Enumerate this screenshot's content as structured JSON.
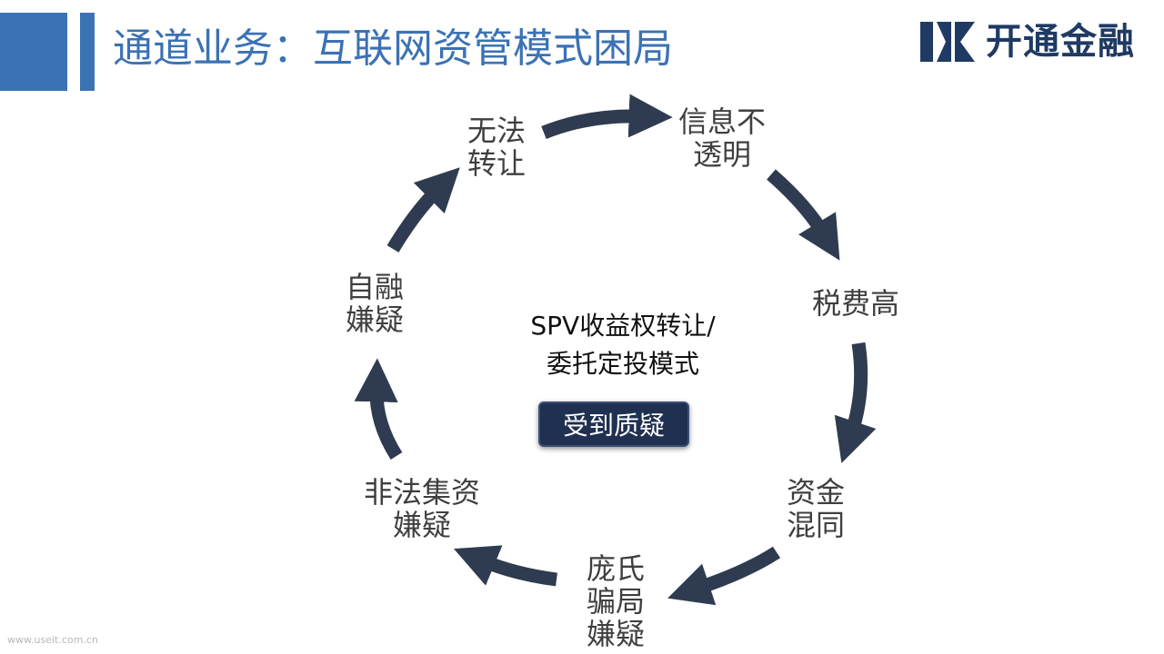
{
  "header": {
    "title": "通道业务：互联网资管模式困局",
    "logo_text": "开通金融",
    "accent_color": "#3b72b4"
  },
  "diagram": {
    "arrow_color": "#2f3b50",
    "nodes": [
      {
        "id": "no-transfer",
        "lines": [
          "无法",
          "转让"
        ]
      },
      {
        "id": "info-opacity",
        "lines": [
          "信息不",
          "透明"
        ]
      },
      {
        "id": "high-tax",
        "lines": [
          "税费高"
        ]
      },
      {
        "id": "fund-mixing",
        "lines": [
          "资金",
          "混同"
        ]
      },
      {
        "id": "ponzi-suspicion",
        "lines": [
          "庞氏",
          "骗局",
          "嫌疑"
        ]
      },
      {
        "id": "illegal-fundraising",
        "lines": [
          "非法集资",
          "嫌疑"
        ]
      },
      {
        "id": "self-financing",
        "lines": [
          "自融",
          "嫌疑"
        ]
      }
    ],
    "center": {
      "lines": [
        "SPV收益权转让/",
        "委托定投模式"
      ],
      "badge": "受到质疑"
    }
  },
  "watermark": "www.useit.com.cn"
}
